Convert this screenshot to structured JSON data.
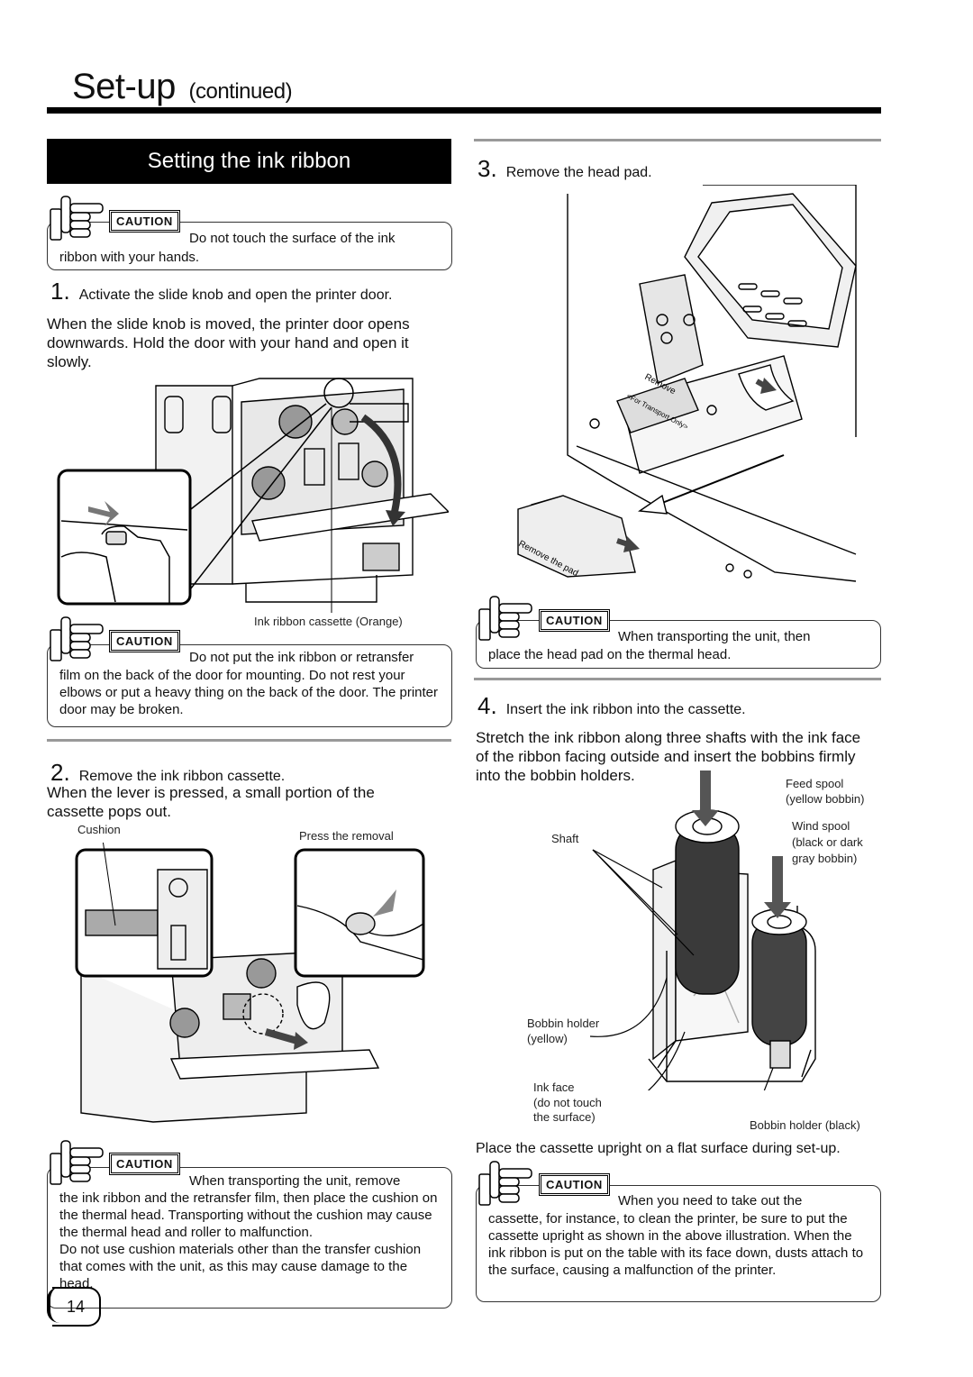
{
  "header": {
    "title": "Set-up",
    "subtitle": "(continued)"
  },
  "section": {
    "title": "Setting the ink ribbon"
  },
  "caution_label": "CAUTION",
  "left": {
    "caution1": {
      "first_line": "Do not touch the surface of the ink",
      "rest": "ribbon with your hands."
    },
    "step1": {
      "num": "1.",
      "text": "Activate the slide knob and open the printer door."
    },
    "step1_desc": "When the slide knob is moved, the printer door opens downwards.  Hold the door with your hand and open it slowly.",
    "figure1_label": "Ink ribbon cassette (Orange)",
    "caution2": {
      "first_line": "Do not put the ink ribbon or retransfer",
      "rest": "film on the back of the door for mounting.  Do not rest your elbows or put a heavy thing on the back of the door. The printer door may be broken."
    },
    "step2": {
      "num": "2.",
      "text": "Remove the ink ribbon cassette."
    },
    "step2_desc": "When the lever is pressed, a small portion of the cassette pops out.",
    "figure2_labels": {
      "cushion": "Cushion",
      "press": "Press the removal"
    },
    "caution3": {
      "first_line": "When transporting the unit, remove",
      "rest": "the ink ribbon and the retransfer film, then place the cushion on the thermal head. Transporting without the cushion may cause the thermal head and roller to malfunction.\nDo not use cushion materials other than the transfer cushion that comes with the unit, as this may cause damage to the head."
    }
  },
  "right": {
    "step3": {
      "num": "3.",
      "text": "Remove the head pad."
    },
    "pad_text": {
      "remove": "Remove",
      "remove_pad": "Remove the pad",
      "transport": "<For Transport Only>"
    },
    "caution4": {
      "first_line": "When transporting the unit, then",
      "rest": "place the head pad on the thermal head."
    },
    "step4": {
      "num": "4.",
      "text": "Insert the ink ribbon into the cassette."
    },
    "step4_desc": "Stretch the ink ribbon along three shafts with the ink face of the ribbon facing outside and insert the bobbins firmly into the bobbin holders.",
    "figure4_labels": {
      "feed_spool": "Feed spool",
      "feed_spool_sub": "(yellow bobbin)",
      "shaft": "Shaft",
      "wind_spool": "Wind spool",
      "wind_spool_sub1": "(black or dark",
      "wind_spool_sub2": "gray bobbin)",
      "bobbin_holder": "Bobbin holder",
      "bobbin_holder_sub": "(yellow)",
      "ink_face": "Ink face",
      "ink_face_sub1": "(do not touch",
      "ink_face_sub2": "the surface)",
      "bobbin_holder_black": "Bobbin holder (black)"
    },
    "upright_note": "Place the cassette upright on a flat surface during set-up.",
    "caution5": {
      "first_line": "When you need to take out the",
      "rest": "cassette, for instance, to clean the printer, be sure to put the cassette upright as shown in the above illustration. When the ink ribbon is put on the table with its face down, dusts attach to the surface, causing a malfunction of the printer."
    }
  },
  "page_number": "14"
}
